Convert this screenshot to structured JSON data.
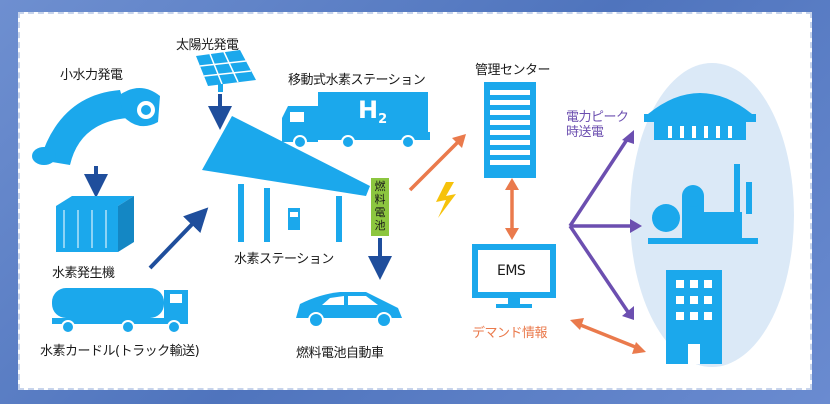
{
  "labels": {
    "hydro": "小水力発電",
    "solar": "太陽光発電",
    "mobile_station": "移動式水素ステーション",
    "control_center": "管理センター",
    "peak_line1": "電力ピーク",
    "peak_line2": "時送電",
    "h2_station": "水素ステーション",
    "fuel_cell_vertical": "燃料電池",
    "generator": "水素発生機",
    "curdle": "水素カードル(トラック輸送)",
    "fcv": "燃料電池自動車",
    "ems": "EMS",
    "demand_info": "デマンド情報",
    "truck_h2": "H",
    "truck_h2_sub": "2"
  },
  "colors": {
    "primary_blue": "#1ba8ec",
    "dark_blue": "#1f4e9c",
    "purple": "#6c4fb0",
    "orange": "#ea7a4c",
    "green": "#8cc63f",
    "lightning": "#f6c20b",
    "bubble": "#dbe9f7"
  }
}
